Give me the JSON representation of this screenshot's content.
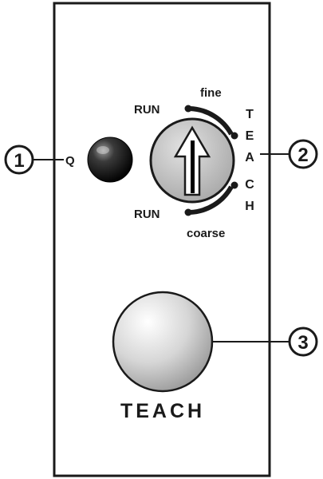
{
  "callouts": {
    "one": "1",
    "two": "2",
    "three": "3"
  },
  "led": {
    "label": "Q"
  },
  "selector": {
    "run_top": "RUN",
    "fine": "fine",
    "run_bottom": "RUN",
    "coarse": "coarse",
    "teach_vertical": [
      "T",
      "E",
      "A",
      "C",
      "H"
    ]
  },
  "button": {
    "label": "TEACH"
  },
  "colors": {
    "outline": "#1a1a1a",
    "knob_fill": "#c8c8c8",
    "led_dark": "#111111",
    "button_fill": "#d9d9d9"
  }
}
